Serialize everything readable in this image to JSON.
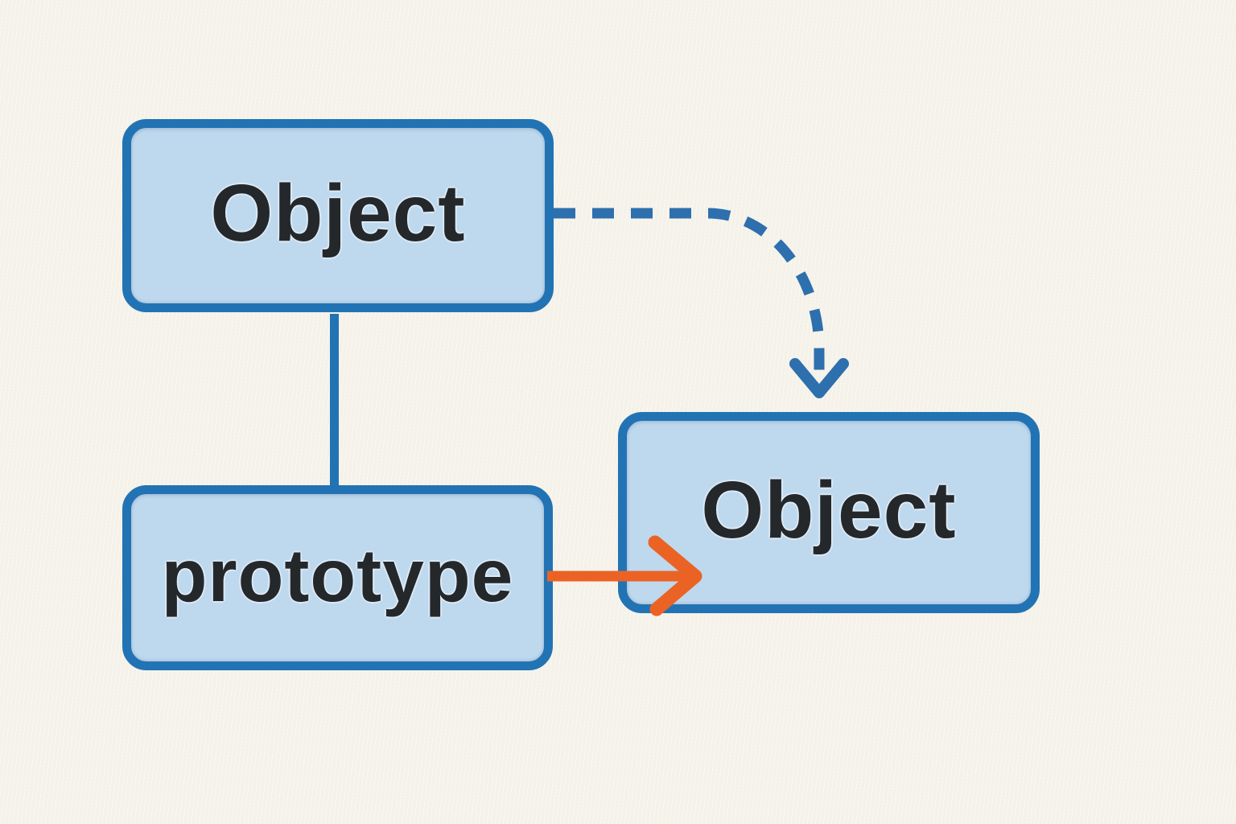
{
  "colors": {
    "background": "#f5f2ea",
    "node_fill": "#bed8ee",
    "node_border": "#2273b4",
    "label_text": "#25282b",
    "solid_connector": "#2273b4",
    "dashed_arrow": "#2e6fae",
    "orange_arrow": "#eb6324"
  },
  "nodes": {
    "object_top": {
      "label": "Object"
    },
    "prototype": {
      "label": "prototype"
    },
    "object_right": {
      "label": "Object"
    }
  },
  "edges": [
    {
      "from": "Object (top left)",
      "to": "prototype (bottom left)",
      "style": "solid straight line",
      "color_role": "blue"
    },
    {
      "from": "Object (top left)",
      "to": "Object (right)",
      "style": "dashed curved arrow",
      "color_role": "blue"
    },
    {
      "from": "prototype (bottom left)",
      "to": "Object (right)",
      "style": "solid straight arrow",
      "color_role": "orange"
    }
  ]
}
